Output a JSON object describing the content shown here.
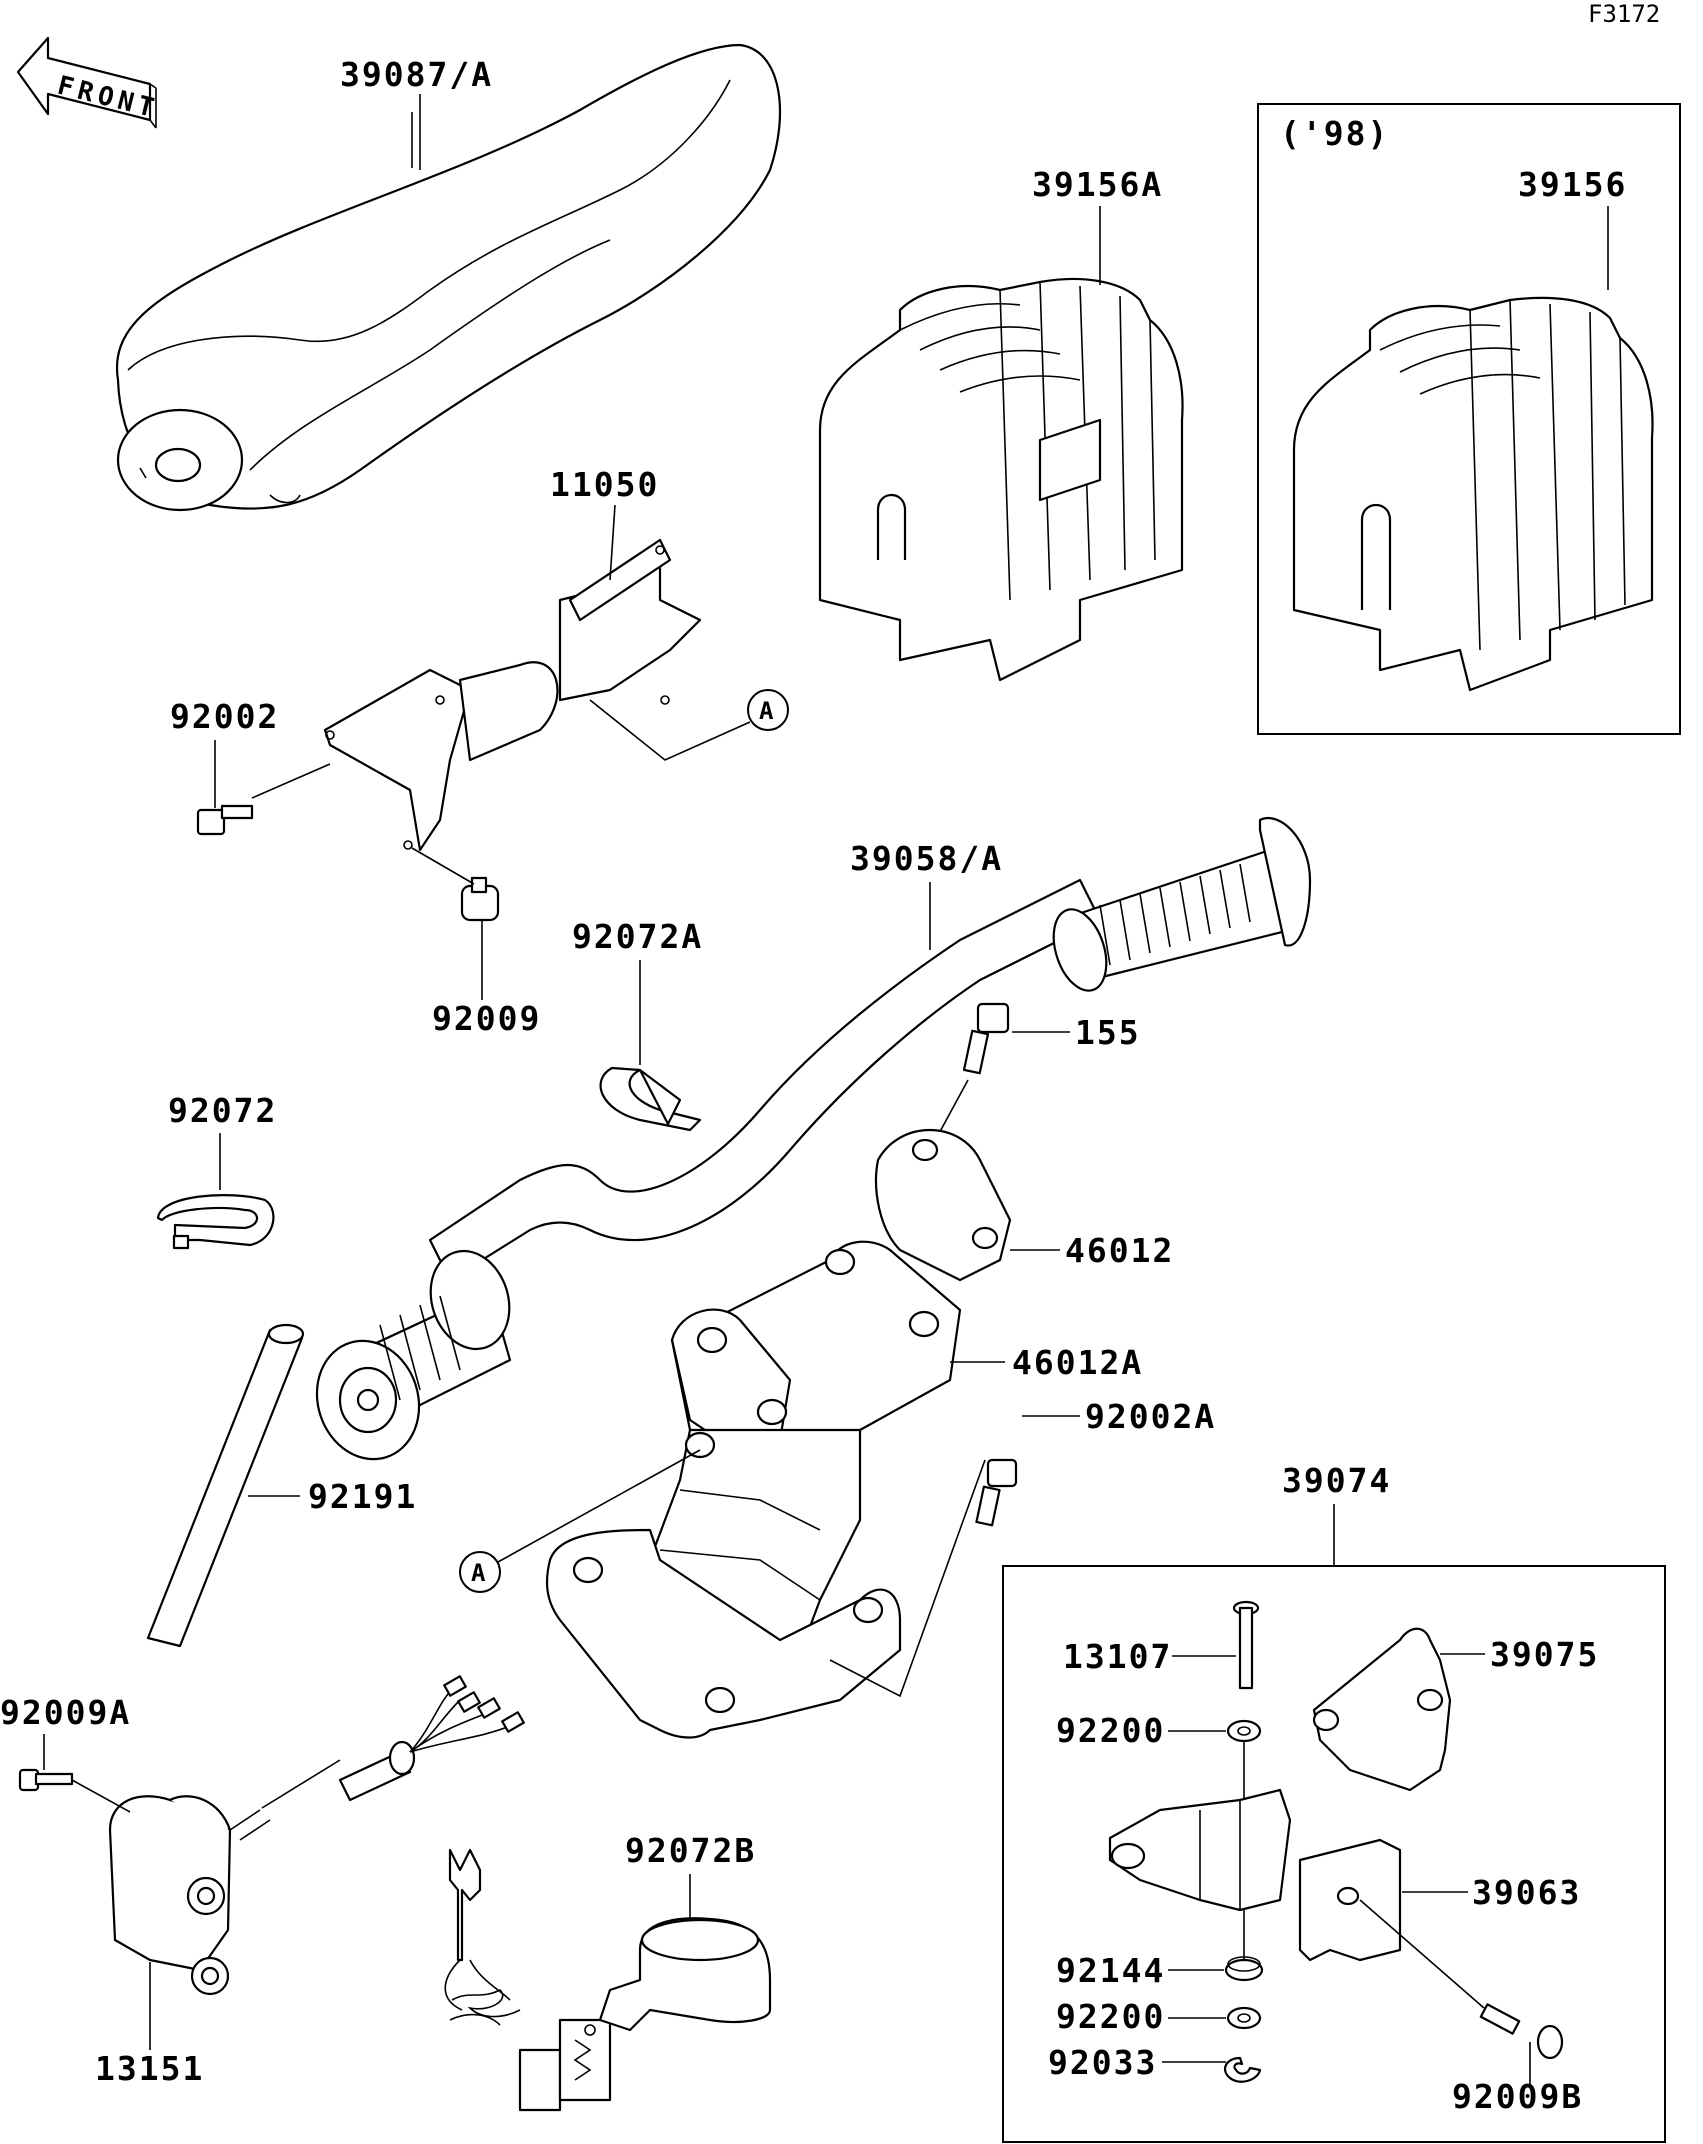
{
  "figure_code": "F3172",
  "front_label": "FRONT",
  "inset_1998": {
    "year_label": "('98)",
    "part": "39156"
  },
  "inset_39074": {
    "group_label": "39074"
  },
  "callout_letter": "A",
  "parts": {
    "p39087": "39087/A",
    "p39156A": "39156A",
    "p11050": "11050",
    "p92002": "92002",
    "p92009": "92009",
    "p39058": "39058/A",
    "p92072A": "92072A",
    "p155": "155",
    "p92072": "92072",
    "p46012": "46012",
    "p46012A": "46012A",
    "p92002A": "92002A",
    "p92191": "92191",
    "p92009A": "92009A",
    "p13151": "13151",
    "p92072B": "92072B",
    "p13107": "13107",
    "p39075": "39075",
    "p92200a": "92200",
    "p39063": "39063",
    "p92144": "92144",
    "p92200b": "92200",
    "p92033": "92033",
    "p92009B": "92009B"
  }
}
